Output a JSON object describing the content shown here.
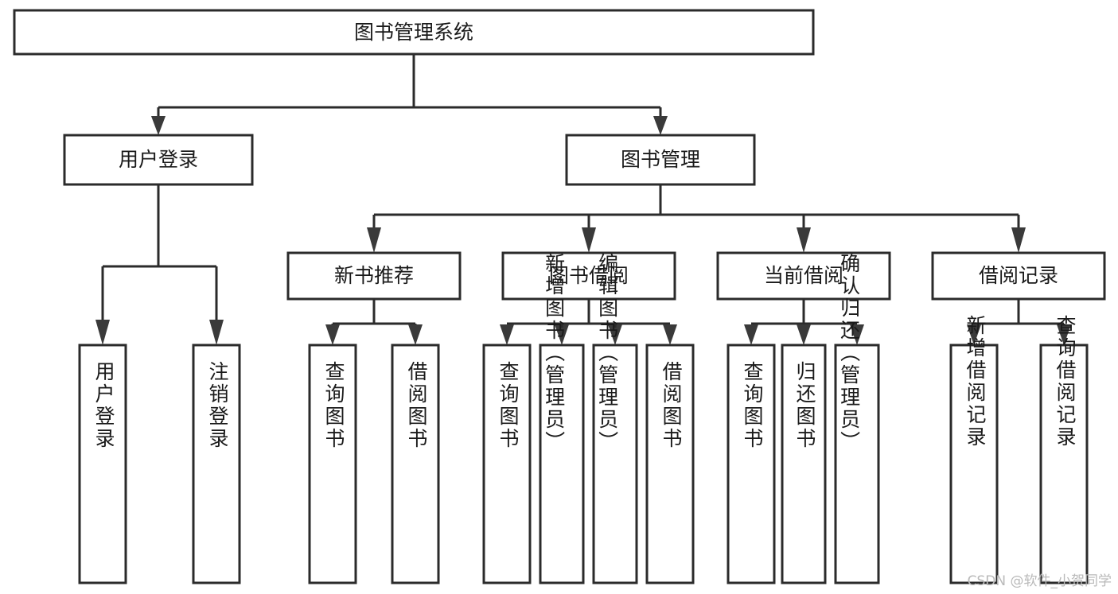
{
  "diagram": {
    "type": "tree-hierarchy",
    "title": "图书管理系统",
    "root": {
      "id": "root",
      "label": "图书管理系统"
    },
    "level2": [
      {
        "id": "user-login",
        "label": "用户登录"
      },
      {
        "id": "book-manage",
        "label": "图书管理"
      }
    ],
    "level3": [
      {
        "id": "new-book-recommend",
        "label": "新书推荐"
      },
      {
        "id": "book-borrow",
        "label": "图书借阅"
      },
      {
        "id": "current-borrow",
        "label": "当前借阅"
      },
      {
        "id": "borrow-record",
        "label": "借阅记录"
      }
    ],
    "leaves": {
      "user_login": [
        {
          "id": "leaf-user-login",
          "label": "用户登录"
        },
        {
          "id": "leaf-logout",
          "label": "注销登录"
        }
      ],
      "new_book_recommend": [
        {
          "id": "leaf-query-book-1",
          "label": "查询图书"
        },
        {
          "id": "leaf-borrow-book-1",
          "label": "借阅图书"
        }
      ],
      "book_borrow": [
        {
          "id": "leaf-query-book-2",
          "label": "查询图书"
        },
        {
          "id": "leaf-add-book",
          "label": "新增图书（管理员）"
        },
        {
          "id": "leaf-edit-book",
          "label": "编辑图书（管理员）"
        },
        {
          "id": "leaf-borrow-book-2",
          "label": "借阅图书"
        }
      ],
      "current_borrow": [
        {
          "id": "leaf-query-book-3",
          "label": "查询图书"
        },
        {
          "id": "leaf-return-book",
          "label": "归还图书"
        },
        {
          "id": "leaf-confirm-return",
          "label": "确认归还（管理员）"
        }
      ],
      "borrow_record": [
        {
          "id": "leaf-add-record",
          "label": "新增借阅记录"
        },
        {
          "id": "leaf-query-record",
          "label": "查询借阅记录"
        }
      ]
    }
  },
  "watermark": {
    "text": "CSDN @软件_小贺同学"
  },
  "colors": {
    "background": "#ffffff",
    "box_stroke": "#2b2b2b",
    "box_fill": "#ffffff",
    "text": "#1a1a1a",
    "connector": "#2b2b2b",
    "watermark": "#b9b9b9"
  }
}
